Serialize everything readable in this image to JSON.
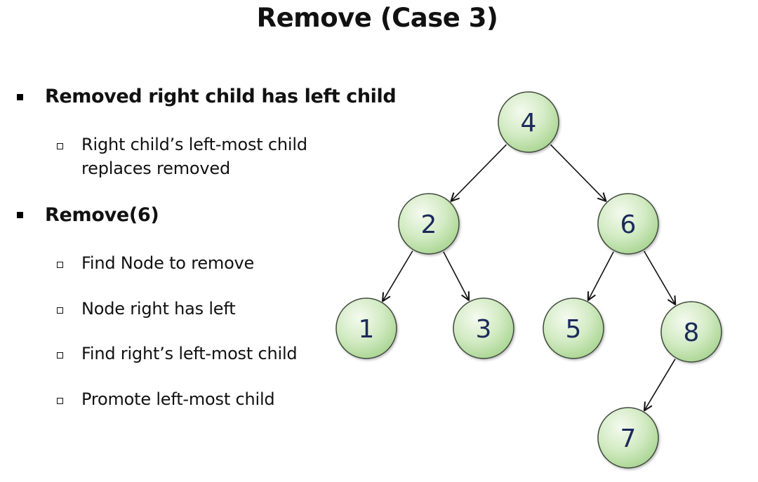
{
  "slide": {
    "title": "Remove (Case 3)"
  },
  "bullets": [
    {
      "text": "Removed right child has left child",
      "sub": [
        {
          "text": "Right child’s left-most child"
        },
        {
          "text": "replaces removed"
        }
      ]
    },
    {
      "text": "Remove(6)",
      "sub": [
        {
          "text": "Find Node to remove"
        },
        {
          "text": "Node right has left"
        },
        {
          "text": "Find right’s left-most child"
        },
        {
          "text": "Promote left-most child"
        }
      ]
    }
  ],
  "tree": {
    "nodes": [
      {
        "id": "n4",
        "label": "4"
      },
      {
        "id": "n2",
        "label": "2"
      },
      {
        "id": "n6",
        "label": "6"
      },
      {
        "id": "n1",
        "label": "1"
      },
      {
        "id": "n3",
        "label": "3"
      },
      {
        "id": "n5",
        "label": "5"
      },
      {
        "id": "n8",
        "label": "8"
      },
      {
        "id": "n7",
        "label": "7"
      }
    ],
    "edges": [
      {
        "from": "4",
        "to": "2"
      },
      {
        "from": "4",
        "to": "6"
      },
      {
        "from": "2",
        "to": "1"
      },
      {
        "from": "2",
        "to": "3"
      },
      {
        "from": "6",
        "to": "5"
      },
      {
        "from": "6",
        "to": "8"
      },
      {
        "from": "8",
        "to": "7"
      }
    ],
    "colors": {
      "node_fill_center": "#f4faef",
      "node_fill_edge": "#a9d592",
      "node_stroke": "#3f4a3c",
      "label": "#1b2a5a",
      "edge": "#111111"
    }
  }
}
